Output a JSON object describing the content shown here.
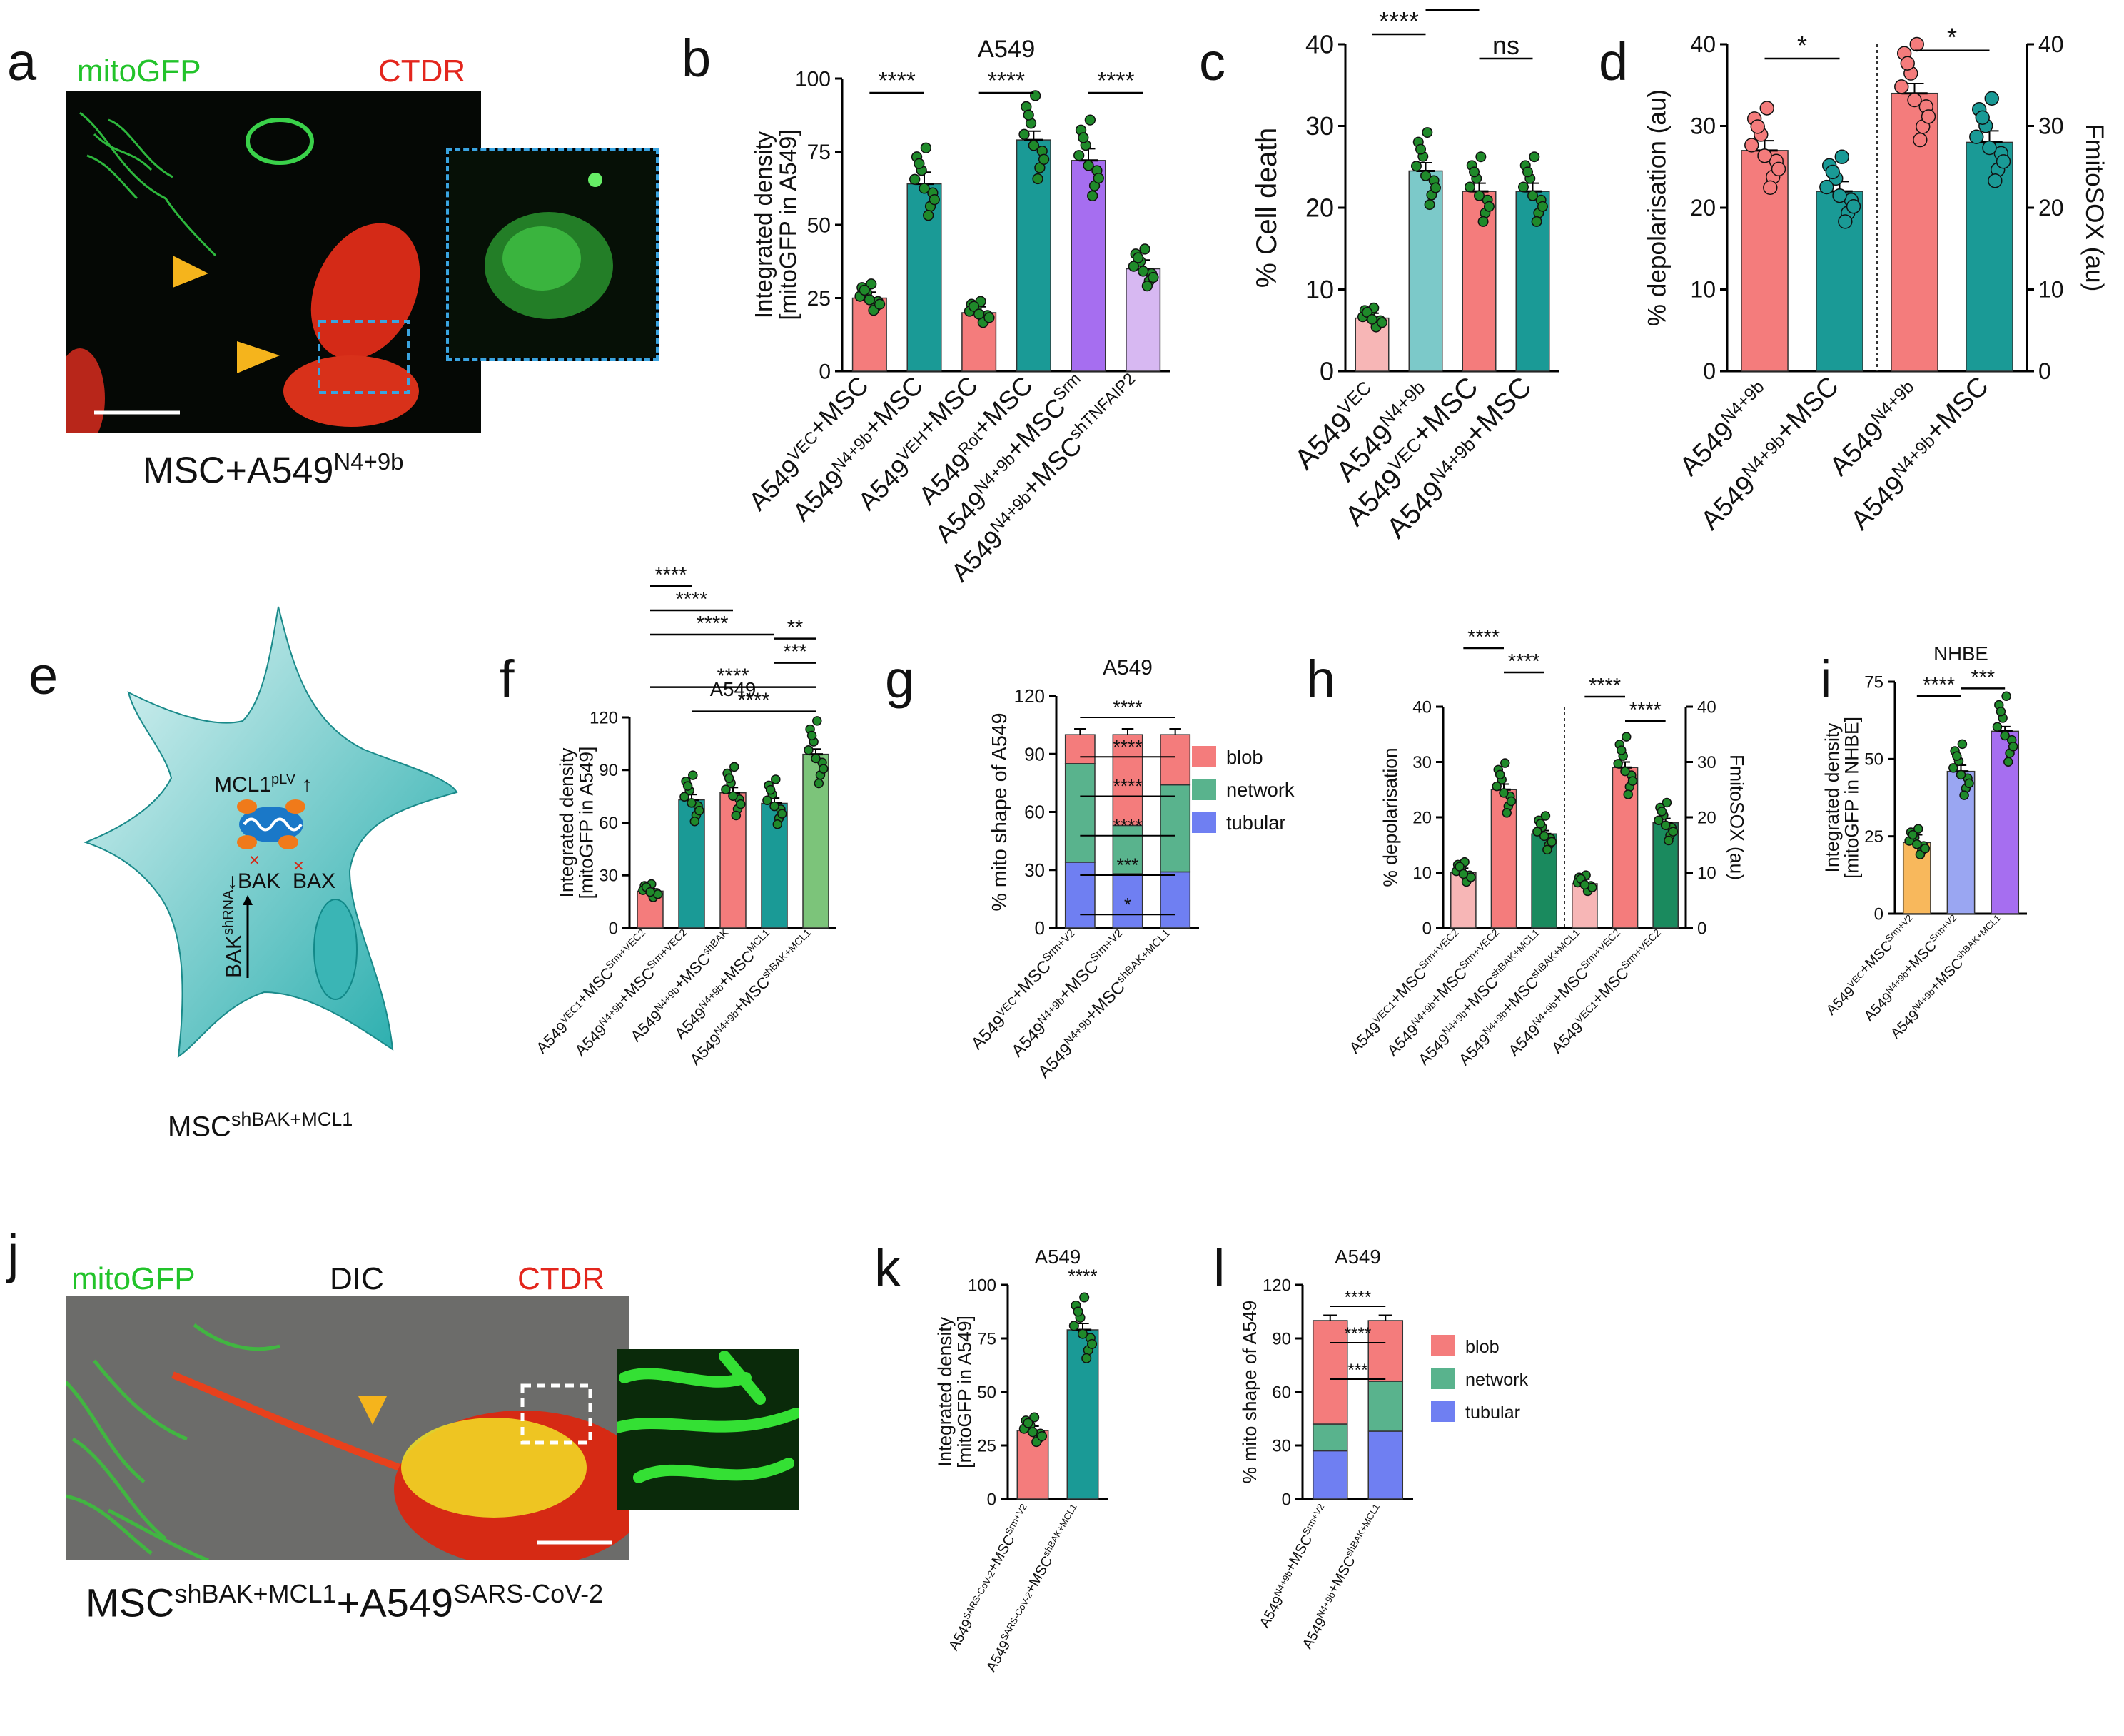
{
  "panels": {
    "a": {
      "label": "a",
      "channel_green": "mitoGFP",
      "channel_red": "CTDR",
      "caption_main": "MSC+A549",
      "caption_sup": "N4+9b"
    },
    "e": {
      "label": "e",
      "mcl1": "MCL1",
      "mcl1_sup": "pLV",
      "bak": "BAK",
      "bax": "BAX",
      "bak_sh": "BAK",
      "bak_sh_sup": "shRNA",
      "caption_main": "MSC",
      "caption_sup": "shBAK+MCL1"
    },
    "j": {
      "label": "j",
      "channel_green": "mitoGFP",
      "channel_dic": "DIC",
      "channel_red": "CTDR",
      "caption_1": "MSC",
      "caption_1_sup": "shBAK+MCL1",
      "caption_2": "+A549",
      "caption_2_sup": "SARS-CoV-2"
    }
  },
  "chart_data": [
    {
      "id": "b",
      "label": "b",
      "type": "bar",
      "title": "A549",
      "ylabel": "Integrated density\n[mitoGFP in A549]",
      "ylim": [
        0,
        100
      ],
      "yticks": [
        0,
        25,
        50,
        75,
        100
      ],
      "categories": [
        "A549^VEC+MSC",
        "A549^N4+9b+MSC",
        "A549^VEH+MSC",
        "A549^Rot+MSC",
        "A549^N4+9b+MSC^Srm",
        "A549^N4+9b+MSC^shTNFAIP2"
      ],
      "values": [
        25,
        64,
        20,
        79,
        72,
        35
      ],
      "errors": [
        2,
        4,
        2,
        3,
        4,
        3
      ],
      "colors": [
        "#f47c7c",
        "#1a9a96",
        "#f47c7c",
        "#1a9a96",
        "#a66ef0",
        "#d7b8f2"
      ],
      "annotations": [
        {
          "text": "****",
          "from": 0,
          "to": 1
        },
        {
          "text": "****",
          "from": 2,
          "to": 3
        },
        {
          "text": "****",
          "from": 4,
          "to": 5
        }
      ]
    },
    {
      "id": "c",
      "label": "c",
      "type": "bar",
      "title": "",
      "ylabel": "% Cell death",
      "ylim": [
        0,
        40
      ],
      "yticks": [
        0,
        10,
        20,
        30,
        40
      ],
      "categories": [
        "A549^VEC",
        "A549^N4+9b",
        "A549^VEC+MSC",
        "A549^N4+9b+MSC"
      ],
      "values": [
        6.5,
        24.5,
        22,
        22
      ],
      "errors": [
        0.6,
        1,
        1,
        1
      ],
      "colors": [
        "#f7b6b6",
        "#7cc9c9",
        "#f47c7c",
        "#1a9a96"
      ],
      "annotations": [
        {
          "text": "****",
          "from": 0,
          "to": 3
        },
        {
          "text": "****",
          "from": 0,
          "to": 2
        },
        {
          "text": "*",
          "from": 1,
          "to": 3
        },
        {
          "text": "*",
          "from": 1,
          "to": 2
        },
        {
          "text": "****",
          "from": 0,
          "to": 1
        },
        {
          "text": "ns",
          "from": 2,
          "to": 3
        }
      ]
    },
    {
      "id": "d",
      "label": "d",
      "type": "bar",
      "title": "",
      "ylabel": "% depolarisation (au)",
      "y2label": "FmitoSOX (au)",
      "ylim": [
        0,
        40
      ],
      "yticks": [
        0,
        10,
        20,
        30,
        40
      ],
      "categories": [
        "A549^N4+9b",
        "A549^N4+9b+MSC",
        "A549^N4+9b",
        "A549^N4+9b+MSC"
      ],
      "values": [
        27,
        22,
        34,
        28
      ],
      "errors": [
        1.2,
        1.2,
        1.2,
        1.4
      ],
      "colors": [
        "#f47c7c",
        "#1a9a96",
        "#f47c7c",
        "#1a9a96"
      ],
      "annotations": [
        {
          "text": "*",
          "from": 0,
          "to": 1
        },
        {
          "text": "*",
          "from": 2,
          "to": 3
        }
      ]
    },
    {
      "id": "f",
      "label": "f",
      "type": "bar",
      "title": "A549",
      "ylabel": "Integrated density\n[mitoGFP in A549]",
      "ylim": [
        0,
        120
      ],
      "yticks": [
        0,
        30,
        60,
        90,
        120
      ],
      "categories": [
        "A549^VEC1+MSC^Srm+VEC2",
        "A549^N4+9b+MSC^Srm+VEC2",
        "A549^N4+9b+MSC^shBAK",
        "A549^N4+9b+MSC^MCL1",
        "A549^N4+9b+MSC^shBAK+MCL1"
      ],
      "values": [
        21,
        73,
        77,
        71,
        99
      ],
      "errors": [
        1.5,
        3,
        3,
        3,
        3
      ],
      "colors": [
        "#f47c7c",
        "#1a9a96",
        "#f47c7c",
        "#1a9a96",
        "#7cc47a"
      ],
      "annotations": [
        {
          "text": "****",
          "from": 0,
          "to": 1
        },
        {
          "text": "****",
          "from": 0,
          "to": 2
        },
        {
          "text": "****",
          "from": 0,
          "to": 3
        },
        {
          "text": "**",
          "from": 3,
          "to": 4
        },
        {
          "text": "***",
          "from": 3,
          "to": 4
        },
        {
          "text": "****",
          "from": 0,
          "to": 4
        },
        {
          "text": "****",
          "from": 1,
          "to": 4
        }
      ]
    },
    {
      "id": "g",
      "label": "g",
      "type": "bar",
      "title": "A549",
      "ylabel": "% mito shape of A549",
      "ylim": [
        0,
        120
      ],
      "yticks": [
        0,
        30,
        60,
        90,
        120
      ],
      "categories": [
        "A549^VEC+MSC^Srm+V2",
        "A549^N4+9b+MSC^Srm+V2",
        "A549^N4+9b+MSC^shBAK+MCL1"
      ],
      "series": [
        {
          "name": "tubular",
          "values": [
            34,
            28,
            29
          ],
          "color": "#6f7ff2"
        },
        {
          "name": "network",
          "values": [
            51,
            25,
            45
          ],
          "color": "#59b38d"
        },
        {
          "name": "blob",
          "values": [
            15,
            47,
            26
          ],
          "color": "#f47c7c"
        }
      ],
      "annotations": [
        {
          "text": "****"
        },
        {
          "text": "****"
        },
        {
          "text": "****"
        },
        {
          "text": "****"
        },
        {
          "text": "***"
        },
        {
          "text": "*"
        }
      ]
    },
    {
      "id": "h",
      "label": "h",
      "type": "bar",
      "title": "",
      "ylabel": "% depolarisation",
      "y2label": "FmitoSOX (au)",
      "ylim": [
        0,
        40
      ],
      "yticks": [
        0,
        10,
        20,
        30,
        40
      ],
      "categories": [
        "A549^VEC1+MSC^Srm+VEC2",
        "A549^N4+9b+MSC^Srm+VEC2",
        "A549^N4+9b+MSC^shBAK+MCL1",
        "A549^N4+9b+MSC^shBAK+MCL1",
        "A549^N4+9b+MSC^Srm+VEC2",
        "A549^VEC1+MSC^Srm+VEC2"
      ],
      "values": [
        10,
        25,
        17,
        8,
        29,
        19
      ],
      "errors": [
        0.8,
        1,
        0.6,
        0.8,
        1,
        0.8
      ],
      "colors": [
        "#f7b6b6",
        "#f47c7c",
        "#1a8a5e",
        "#f7b6b6",
        "#f47c7c",
        "#1a8a5e"
      ],
      "annotations": [
        {
          "text": "****",
          "from": 0,
          "to": 1
        },
        {
          "text": "****",
          "from": 1,
          "to": 2
        },
        {
          "text": "****",
          "from": 3,
          "to": 4
        },
        {
          "text": "****",
          "from": 4,
          "to": 5
        }
      ]
    },
    {
      "id": "i",
      "label": "i",
      "type": "bar",
      "title": "NHBE",
      "ylabel": "Integrated density\n[mitoGFP in NHBE]",
      "ylim": [
        0,
        75
      ],
      "yticks": [
        0,
        25,
        50,
        75
      ],
      "categories": [
        "A549^VEC+MSC^Srm+V2",
        "A549^N4+9b+MSC^Srm+V2",
        "A549^N4+9b+MSC^shBAK+MCL1"
      ],
      "values": [
        23,
        46,
        59
      ],
      "errors": [
        2.5,
        2,
        1.5
      ],
      "colors": [
        "#f8b85c",
        "#9aa6f2",
        "#a66ef0"
      ],
      "annotations": [
        {
          "text": "****",
          "from": 0,
          "to": 1
        },
        {
          "text": "***",
          "from": 1,
          "to": 2
        }
      ]
    },
    {
      "id": "k",
      "label": "k",
      "type": "bar",
      "title": "A549",
      "ylabel": "Integrated density\n[mitoGFP in A549]",
      "ylim": [
        0,
        100
      ],
      "yticks": [
        0,
        25,
        50,
        75,
        100
      ],
      "categories": [
        "A549^SARS-CoV-2+MSC^Srm+V2",
        "A549^SARS-CoV-2+MSC^shBAK+MCL1"
      ],
      "values": [
        32,
        79
      ],
      "errors": [
        2,
        3
      ],
      "colors": [
        "#f47c7c",
        "#1a9a96"
      ],
      "annotations": [
        {
          "text": "****",
          "from": 1,
          "to": 1
        }
      ]
    },
    {
      "id": "l",
      "label": "l",
      "type": "bar",
      "title": "A549",
      "ylabel": "% mito shape of A549",
      "ylim": [
        0,
        120
      ],
      "yticks": [
        0,
        30,
        60,
        90,
        120
      ],
      "categories": [
        "A549^N4+9b+MSC^Srm+V2",
        "A549^N4+9b+MSC^shBAK+MCL1"
      ],
      "series": [
        {
          "name": "tubular",
          "values": [
            27,
            38
          ],
          "color": "#6f7ff2"
        },
        {
          "name": "network",
          "values": [
            15,
            28
          ],
          "color": "#59b38d"
        },
        {
          "name": "blob",
          "values": [
            58,
            34
          ],
          "color": "#f47c7c"
        }
      ],
      "annotations": [
        {
          "text": "****"
        },
        {
          "text": "****"
        },
        {
          "text": "***"
        }
      ]
    }
  ]
}
